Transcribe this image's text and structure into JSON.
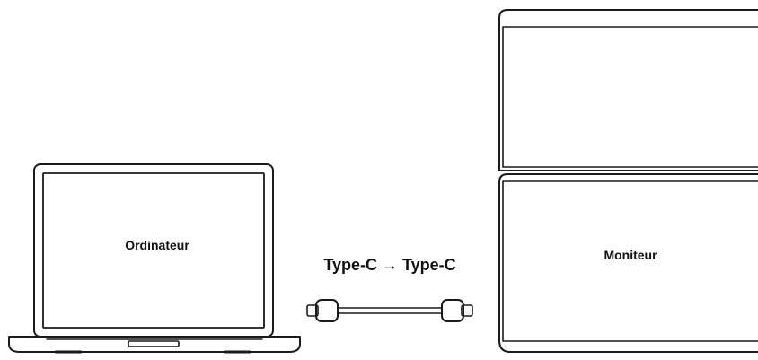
{
  "laptop": {
    "label": "Ordinateur"
  },
  "cable": {
    "label": "Type-C → Type-C"
  },
  "monitor": {
    "label": "Moniteur"
  },
  "colors": {
    "stroke": "#1a1a1a",
    "fill": "#ffffff",
    "text": "#111111"
  },
  "icons": [
    "laptop-icon",
    "usb-c-cable-icon",
    "dual-monitor-icon"
  ]
}
